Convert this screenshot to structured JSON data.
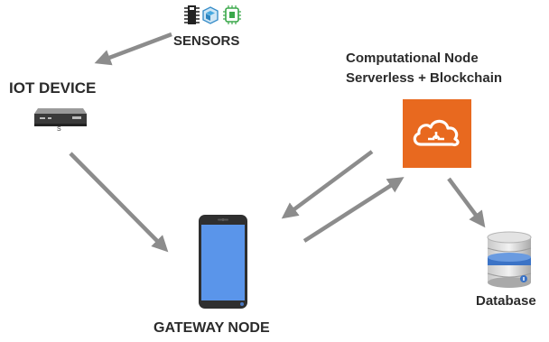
{
  "nodes": {
    "sensors": {
      "label": "SENSORS",
      "icon": "sensor-chips-icon"
    },
    "iot_device": {
      "label": "IOT DEVICE",
      "sub_label": "S",
      "icon": "iot-box-icon"
    },
    "computational": {
      "label_line1": "Computational Node",
      "label_line2": "Serverless + Blockchain",
      "icon": "cloud-puzzle-icon",
      "color": "#e8691f"
    },
    "gateway": {
      "label": "GATEWAY NODE",
      "icon": "smartphone-icon",
      "screen_color": "#5a95ea"
    },
    "database": {
      "label": "Database",
      "icon": "database-cylinder-icon",
      "accent": "#3b73c6"
    }
  },
  "arrow_color": "#8c8c8c"
}
